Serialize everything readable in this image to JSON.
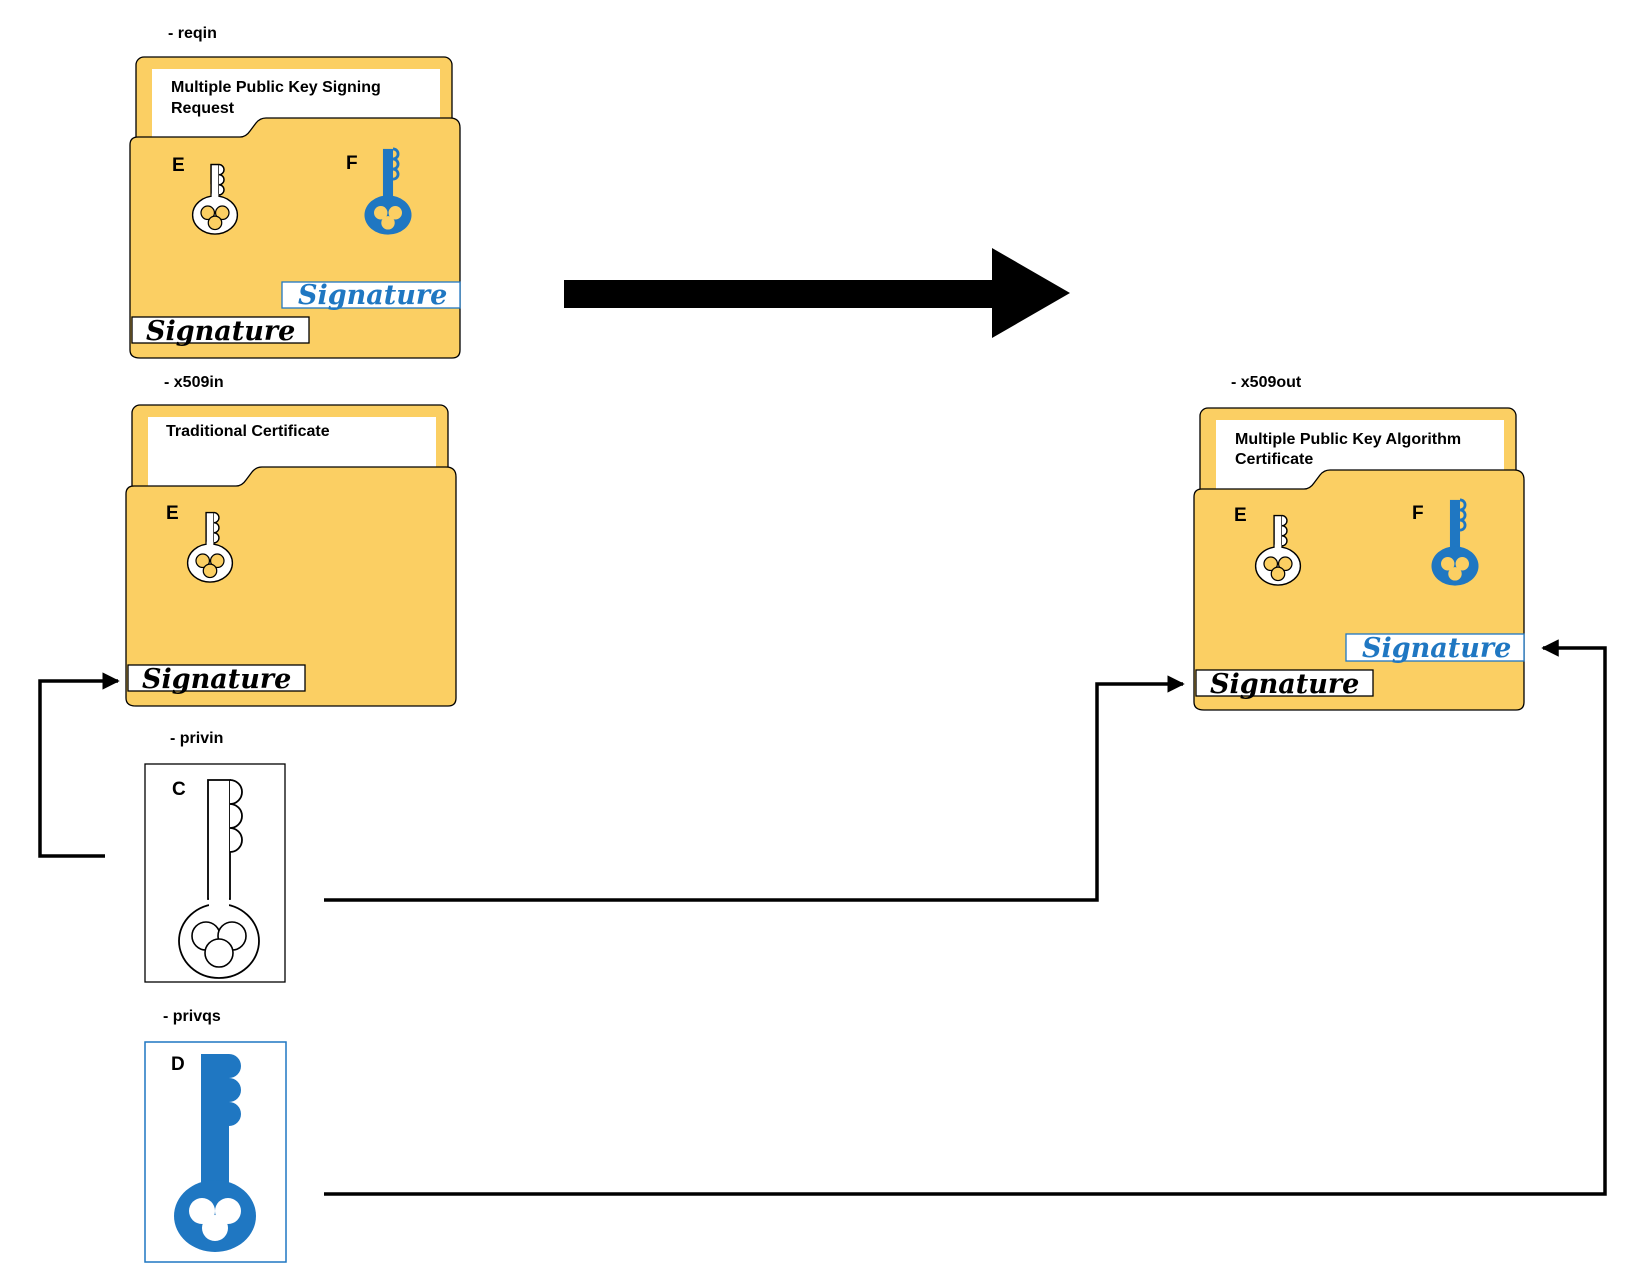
{
  "colors": {
    "folder": "#fbcf63",
    "blue": "#1f77c2",
    "black": "#000000",
    "white": "#ffffff"
  },
  "labels": {
    "reqin": "- reqin",
    "x509in": "- x509in",
    "privin": "- privin",
    "privqs": "- privqs",
    "x509out": "- x509out"
  },
  "folders": {
    "reqin": {
      "title_line1": "Multiple Public Key Signing",
      "title_line2": "Request",
      "key_e": "E",
      "key_f": "F",
      "sig_blue": "Signature",
      "sig_black": "Signature"
    },
    "x509in": {
      "title_line1": "Traditional Certificate",
      "key_e": "E",
      "sig_black": "Signature"
    },
    "x509out": {
      "title_line1": "Multiple Public Key Algorithm",
      "title_line2": "Certificate",
      "key_e": "E",
      "key_f": "F",
      "sig_blue": "Signature",
      "sig_black": "Signature"
    }
  },
  "keys": {
    "privin": {
      "letter": "C"
    },
    "privqs": {
      "letter": "D"
    }
  },
  "icons": {
    "big_arrow": "arrow-right-icon",
    "key_outline": "key-icon",
    "key_blue": "key-icon"
  }
}
